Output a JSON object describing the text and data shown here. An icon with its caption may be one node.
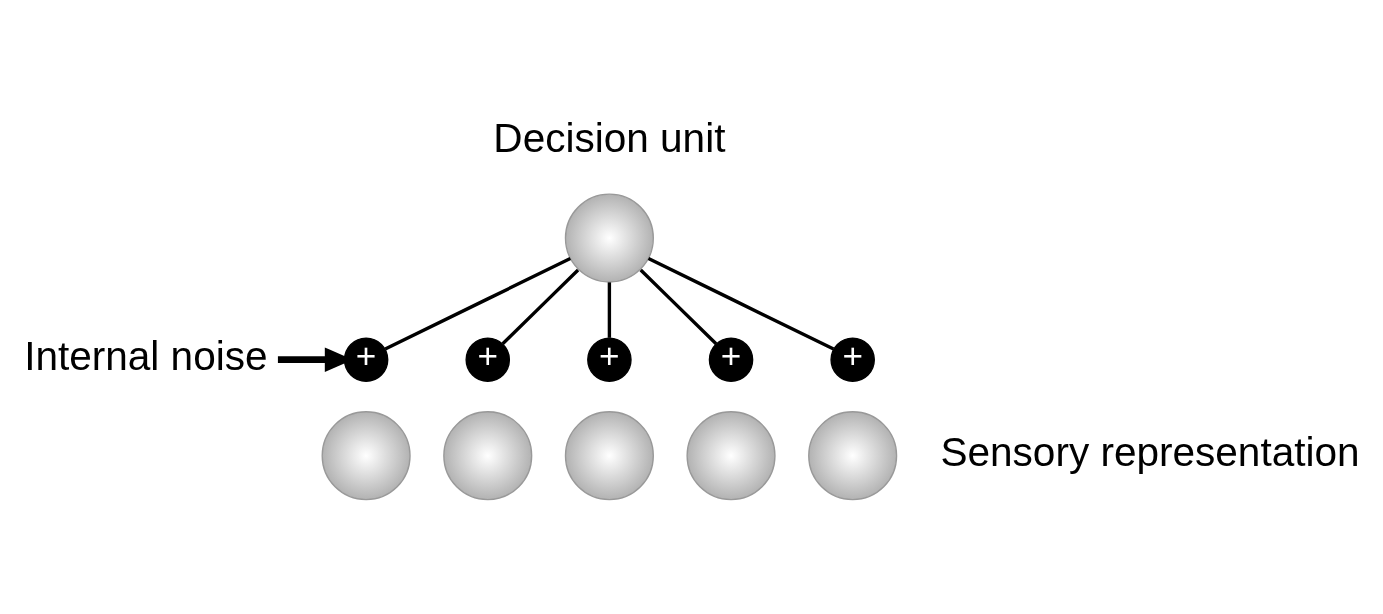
{
  "diagram": {
    "nodes": [
      {
        "text": [],
        "shape": "circle",
        "beside": [
          "Decision unit"
        ]
      },
      {
        "text": [
          "Internal noise"
        ]
      },
      {
        "text": [
          "+"
        ]
      },
      {
        "text": [
          "+"
        ]
      },
      {
        "text": [
          "+"
        ]
      },
      {
        "text": [
          "+"
        ]
      },
      {
        "text": [
          "+"
        ]
      },
      {
        "text": [],
        "shape": "circle"
      },
      {
        "text": [],
        "shape": "circle"
      },
      {
        "text": [],
        "shape": "circle"
      },
      {
        "text": [],
        "shape": "circle"
      },
      {
        "text": [],
        "shape": "circle"
      }
    ],
    "edges": [
      {
        "from": 0,
        "to": 2,
        "arrow": "none"
      },
      {
        "from": 0,
        "to": 3,
        "arrow": "none"
      },
      {
        "from": 0,
        "to": 4,
        "arrow": "none"
      },
      {
        "from": 0,
        "to": 5,
        "arrow": "none"
      },
      {
        "from": 0,
        "to": 6,
        "arrow": "none"
      },
      {
        "from": 1,
        "to": 2,
        "arrow": "to",
        "style": "thick"
      }
    ],
    "labels": [
      "Sensory representation"
    ]
  }
}
